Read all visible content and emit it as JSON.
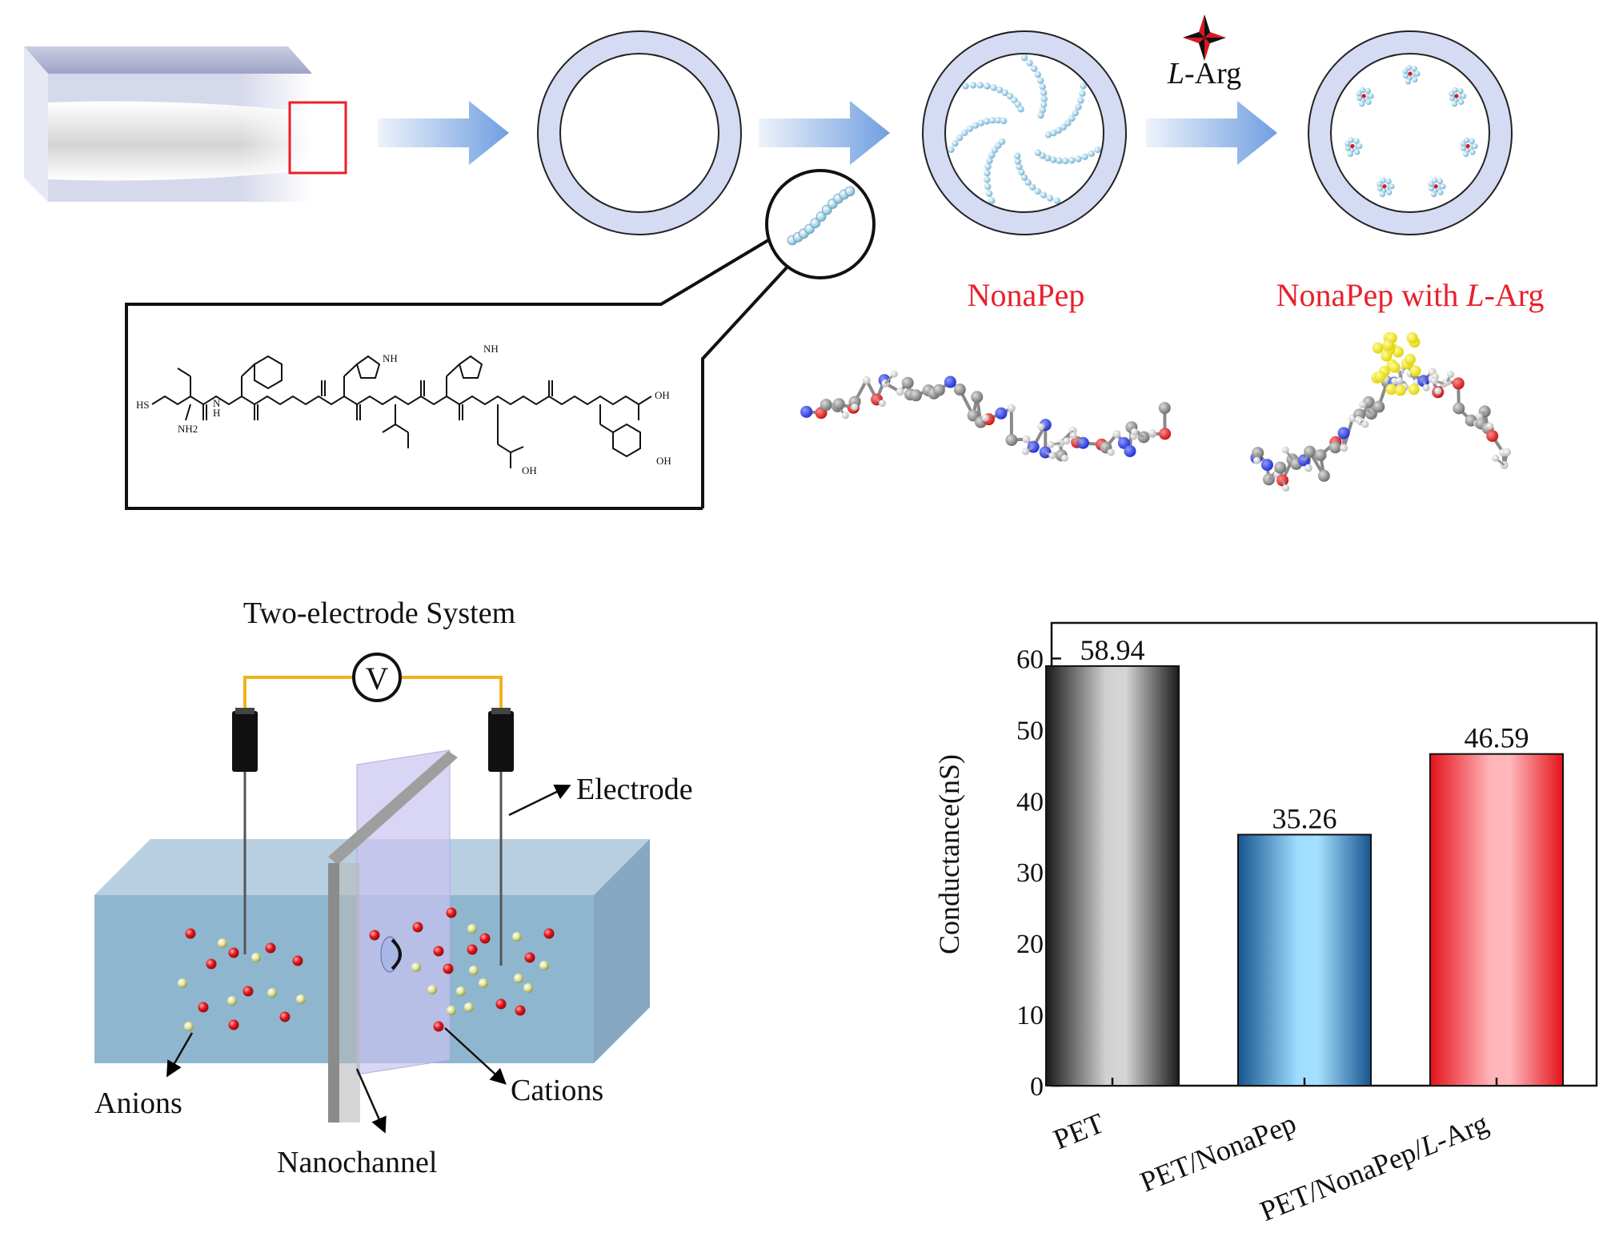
{
  "schematic": {
    "stimulus": {
      "italic": "L",
      "rest": "-Arg"
    },
    "nonapep_label": "NonaPep",
    "nonapep_larg_label": {
      "prefix": "NonaPep with ",
      "italic": "L",
      "rest": "-Arg"
    },
    "structure_atoms": {
      "hs": "HS",
      "nh2": "NH2",
      "h_left": "H",
      "n": "N",
      "nh": "NH",
      "oh": "OH"
    }
  },
  "setup": {
    "title": "Two-electrode System",
    "voltmeter": "V",
    "electrode": "Electrode",
    "anions": "Anions",
    "cations": "Cations",
    "nanochannel": "Nanochannel"
  },
  "colors": {
    "label_red": "#e8202a",
    "wire": "#f0b21c",
    "tank": "#8fb6cf",
    "cation": "#e3151b",
    "anion": "#d6e08a",
    "pet_bar": "#444444",
    "nonapep_bar": "#1f77c4",
    "larg_bar": "#ff3b3b"
  },
  "chart_data": {
    "type": "bar",
    "categories": [
      "PET",
      "PET/NonaPep",
      "PET/NonaPep/L-Arg"
    ],
    "values": [
      58.94,
      35.26,
      46.59
    ],
    "data_labels": [
      "58.94",
      "35.26",
      "46.59"
    ],
    "ylabel": "Conductance(nS)",
    "ylim": [
      0,
      65
    ],
    "yticks": [
      0,
      10,
      20,
      30,
      40,
      50,
      60
    ],
    "grid": false
  }
}
